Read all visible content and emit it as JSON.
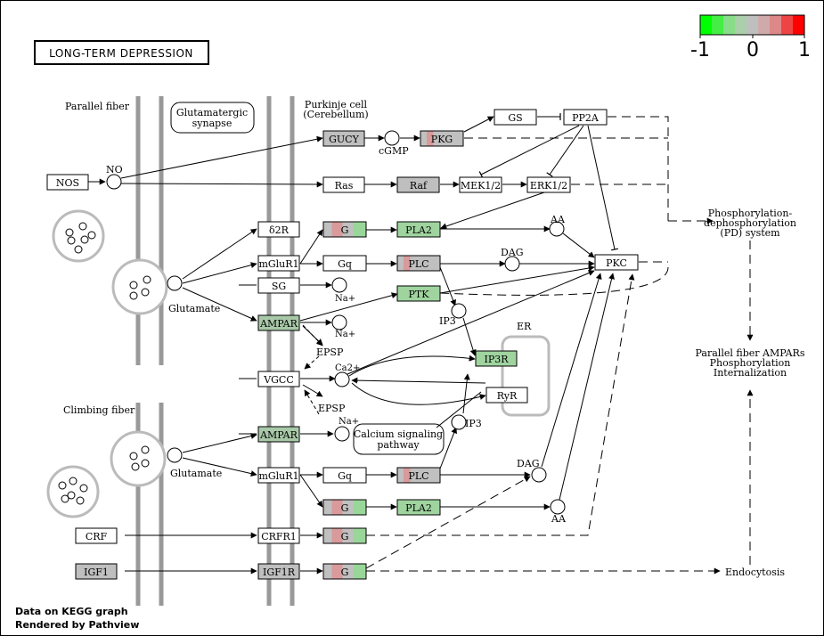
{
  "title": "LONG-TERM DEPRESSION",
  "footer": [
    "Data on KEGG graph",
    "Rendered by Pathview"
  ],
  "legend": {
    "colors": [
      "#00ff00",
      "#44ee44",
      "#88dd88",
      "#aacfaa",
      "#bfbfbf",
      "#cfaaaa",
      "#dd8888",
      "#ee4444",
      "#ff0000"
    ],
    "ticks": [
      "-1",
      "0",
      "1"
    ]
  },
  "labels": {
    "parallel_fiber": "Parallel fiber",
    "climbing_fiber": "Climbing fiber",
    "glut_synapse_1": "Glutamatergic",
    "glut_synapse_2": "synapse",
    "purkinje_1": "Purkinje cell",
    "purkinje_2": "(Cerebellum)",
    "no": "NO",
    "cgmp": "cGMP",
    "glutamate_1": "Glutamate",
    "glutamate_2": "Glutamate",
    "aa_1": "AA",
    "aa_2": "AA",
    "dag_1": "DAG",
    "dag_2": "DAG",
    "ip3_1": "IP3",
    "ip3_2": "IP3",
    "na_1": "Na+",
    "na_2": "Na+",
    "na_3": "Na+",
    "ca": "Ca2+",
    "epsp_1": "EPSP",
    "epsp_2": "EPSP",
    "er": "ER",
    "calcium_1": "Calcium signaling",
    "calcium_2": "pathway",
    "pd_1": "Phosphorylation-",
    "pd_2": "dephosphorylation",
    "pd_3": "(PD) system",
    "pf_1": "Parallel fiber AMPARs",
    "pf_2": "Phosphorylation",
    "pf_3": "Internalization",
    "endocytosis": "Endocytosis"
  },
  "nodes": {
    "nos": "NOS",
    "gucy": "GUCY",
    "pkg": "PKG",
    "gs": "GS",
    "pp2a": "PP2A",
    "ras": "Ras",
    "raf": "Raf",
    "mek": "MEK1/2",
    "erk": "ERK1/2",
    "d2r": "δ2R",
    "g1": "G",
    "pla2_1": "PLA2",
    "mglur1_1": "mGluR1",
    "gq1": "Gq",
    "plc1": "PLC",
    "pkc": "PKC",
    "sg": "SG",
    "ptk": "PTK",
    "ampar1": "AMPAR",
    "ip3r": "IP3R",
    "vgcc": "VGCC",
    "ryr": "RyR",
    "ampar2": "AMPAR",
    "mglur1_2": "mGluR1",
    "gq2": "Gq",
    "plc2": "PLC",
    "g2": "G",
    "pla2_2": "PLA2",
    "crf": "CRF",
    "crfr1": "CRFR1",
    "g3": "G",
    "igf1": "IGF1",
    "igf1r": "IGF1R",
    "g4": "G"
  }
}
